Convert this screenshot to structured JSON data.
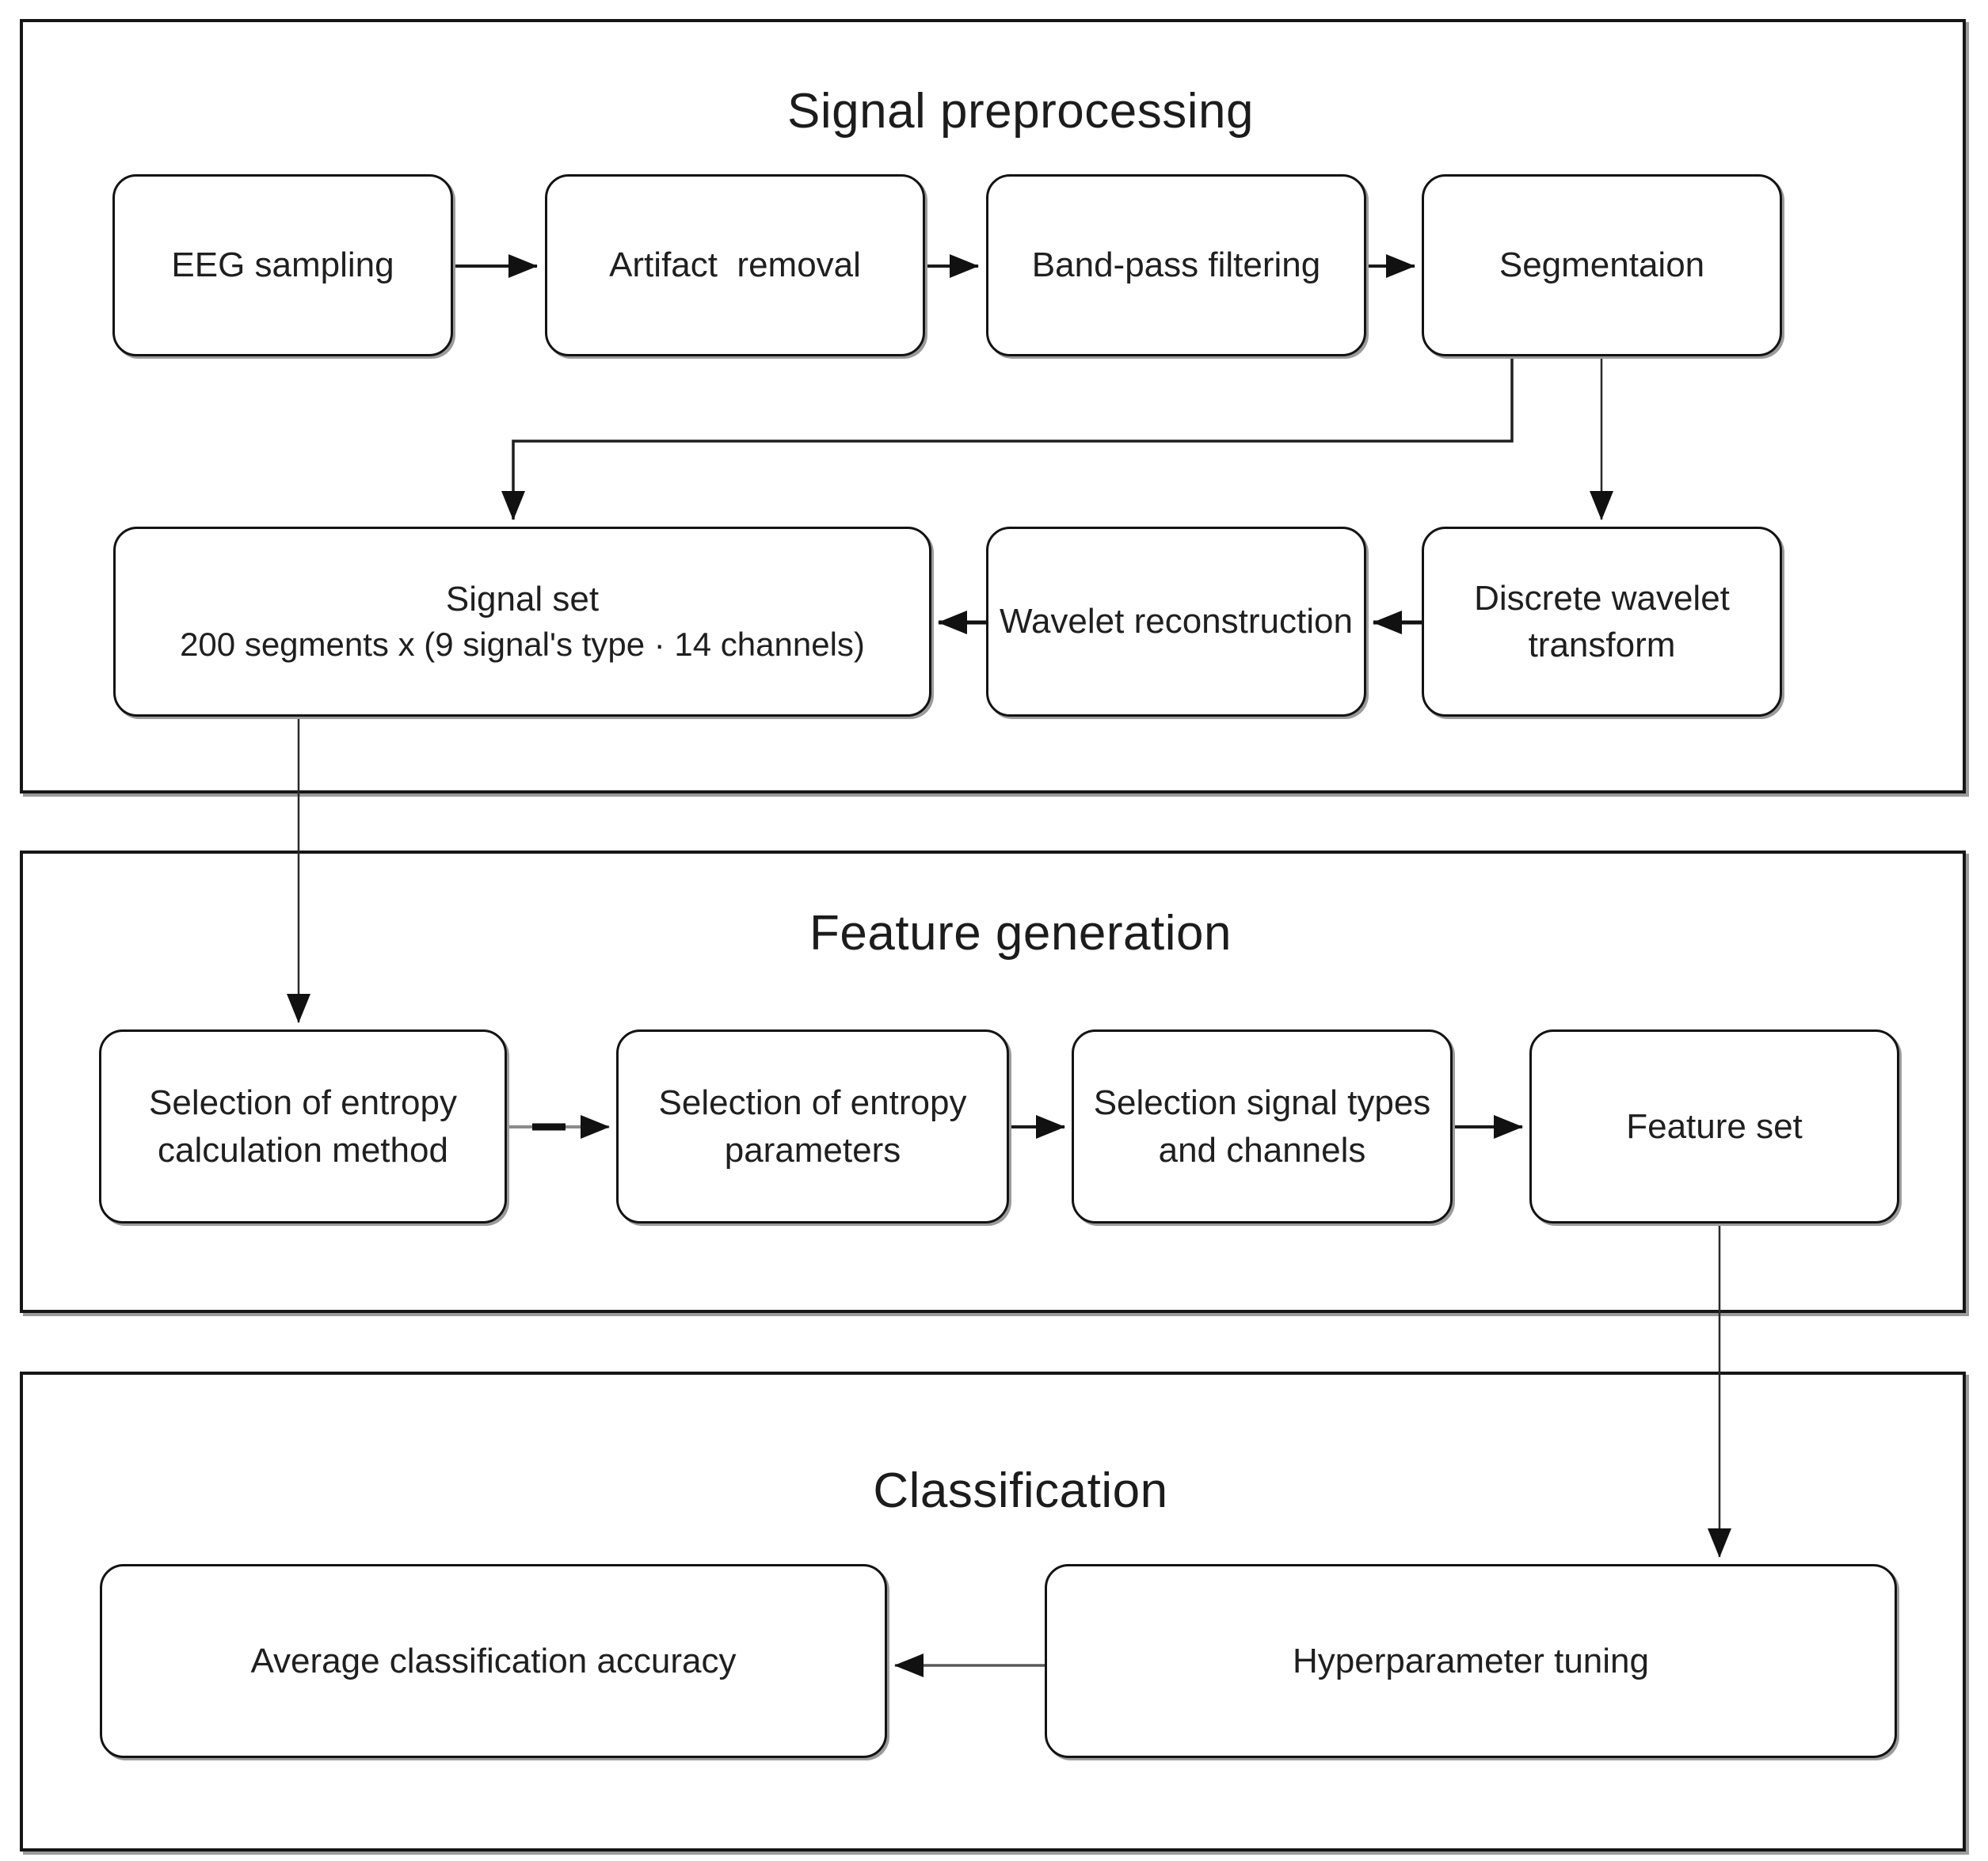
{
  "figure": {
    "type": "flowchart",
    "sections": [
      {
        "title": "Signal preprocessing"
      },
      {
        "title": "Feature generation"
      },
      {
        "title": "Classification"
      }
    ],
    "nodes": {
      "eeg_sampling": {
        "label": "EEG sampling"
      },
      "artifact_removal": {
        "label": "Artifact  removal"
      },
      "band_pass_filtering": {
        "label": "Band-pass filtering"
      },
      "segmentation": {
        "label": "Segmentaion"
      },
      "signal_set": {
        "line1": "Signal set",
        "line2": "200 segments x (9 signal's type · 14 channels)"
      },
      "wavelet_reconstruction": {
        "label": "Wavelet reconstruction"
      },
      "discrete_wavelet_transform": {
        "label": "Discrete wavelet transform"
      },
      "entropy_method": {
        "label": "Selection of entropy calculation method"
      },
      "entropy_parameters": {
        "label": "Selection of entropy parameters"
      },
      "signal_types_channels": {
        "label": "Selection signal types and channels"
      },
      "feature_set": {
        "label": "Feature set"
      },
      "average_accuracy": {
        "label": "Average classification accuracy"
      },
      "hyperparameter_tuning": {
        "label": "Hyperparameter tuning"
      }
    },
    "edges": [
      "EEG sampling -> Artifact removal",
      "Artifact removal -> Band-pass filtering",
      "Band-pass filtering -> Segmentaion",
      "Segmentaion -> Signal set",
      "Segmentaion -> Discrete wavelet transform",
      "Discrete wavelet transform -> Wavelet reconstruction",
      "Wavelet reconstruction -> Signal set",
      "Signal set -> Selection of entropy calculation method",
      "Selection of entropy calculation method -> Selection of entropy parameters",
      "Selection of entropy parameters -> Selection signal types and channels",
      "Selection signal types and channels -> Feature set",
      "Feature set -> Hyperparameter tuning",
      "Hyperparameter tuning -> Average classification accuracy"
    ],
    "colors": {
      "line": "#1a1a1a",
      "gray_line": "#8c8c8c",
      "border": "#161616",
      "shadow": "#9b9b9b",
      "background": "#ffffff",
      "text": "#1f1f1f"
    }
  }
}
